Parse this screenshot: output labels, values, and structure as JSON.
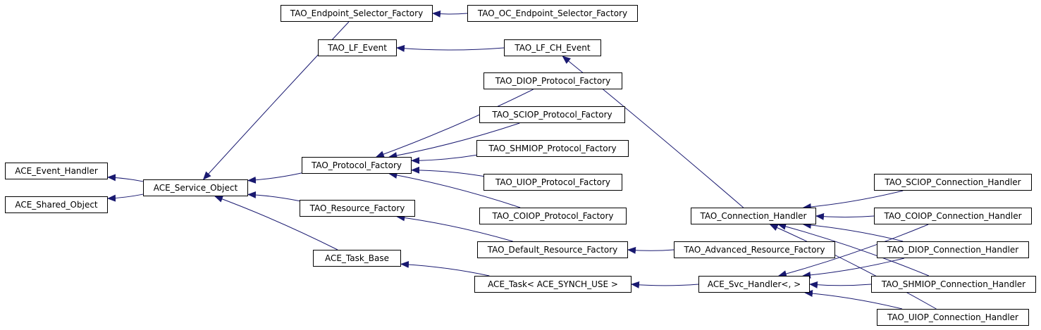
{
  "nodes": {
    "ace_event_handler": "ACE_Event_Handler",
    "ace_shared_object": "ACE_Shared_Object",
    "ace_service_object": "ACE_Service_Object",
    "tao_endpoint_selector_factory": "TAO_Endpoint_Selector_Factory",
    "tao_oc_endpoint_selector_factory": "TAO_OC_Endpoint_Selector_Factory",
    "tao_lf_event": "TAO_LF_Event",
    "tao_lf_ch_event": "TAO_LF_CH_Event",
    "tao_diop_protocol_factory": "TAO_DIOP_Protocol_Factory",
    "tao_sciop_protocol_factory": "TAO_SCIOP_Protocol_Factory",
    "tao_shmiop_protocol_factory": "TAO_SHMIOP_Protocol_Factory",
    "tao_protocol_factory": "TAO_Protocol_Factory",
    "tao_uiop_protocol_factory": "TAO_UIOP_Protocol_Factory",
    "tao_coiop_protocol_factory": "TAO_COIOP_Protocol_Factory",
    "tao_resource_factory": "TAO_Resource_Factory",
    "tao_default_resource_factory": "TAO_Default_Resource_Factory",
    "tao_advanced_resource_factory": "TAO_Advanced_Resource_Factory",
    "ace_task_base": "ACE_Task_Base",
    "ace_task": "ACE_Task< ACE_SYNCH_USE >",
    "ace_svc_handler": "ACE_Svc_Handler<, >",
    "tao_connection_handler": "TAO_Connection_Handler",
    "tao_sciop_connection_handler": "TAO_SCIOP_Connection_Handler",
    "tao_coiop_connection_handler": "TAO_COIOP_Connection_Handler",
    "tao_diop_connection_handler": "TAO_DIOP_Connection_Handler",
    "tao_shmiop_connection_handler": "TAO_SHMIOP_Connection_Handler",
    "tao_uiop_connection_handler": "TAO_UIOP_Connection_Handler"
  },
  "edges": [
    [
      "ace_service_object",
      "ace_event_handler"
    ],
    [
      "ace_service_object",
      "ace_shared_object"
    ],
    [
      "tao_endpoint_selector_factory",
      "ace_service_object"
    ],
    [
      "tao_oc_endpoint_selector_factory",
      "tao_endpoint_selector_factory"
    ],
    [
      "tao_lf_ch_event",
      "tao_lf_event"
    ],
    [
      "tao_protocol_factory",
      "ace_service_object"
    ],
    [
      "tao_resource_factory",
      "ace_service_object"
    ],
    [
      "ace_task_base",
      "ace_service_object"
    ],
    [
      "tao_diop_protocol_factory",
      "tao_protocol_factory"
    ],
    [
      "tao_sciop_protocol_factory",
      "tao_protocol_factory"
    ],
    [
      "tao_shmiop_protocol_factory",
      "tao_protocol_factory"
    ],
    [
      "tao_uiop_protocol_factory",
      "tao_protocol_factory"
    ],
    [
      "tao_coiop_protocol_factory",
      "tao_protocol_factory"
    ],
    [
      "tao_default_resource_factory",
      "tao_resource_factory"
    ],
    [
      "tao_advanced_resource_factory",
      "tao_default_resource_factory"
    ],
    [
      "ace_task",
      "ace_task_base"
    ],
    [
      "ace_svc_handler",
      "ace_task"
    ],
    [
      "tao_connection_handler",
      "tao_lf_ch_event"
    ],
    [
      "tao_sciop_connection_handler",
      "tao_connection_handler"
    ],
    [
      "tao_coiop_connection_handler",
      "tao_connection_handler"
    ],
    [
      "tao_diop_connection_handler",
      "tao_connection_handler"
    ],
    [
      "tao_shmiop_connection_handler",
      "tao_connection_handler"
    ],
    [
      "tao_uiop_connection_handler",
      "tao_connection_handler"
    ],
    [
      "tao_coiop_connection_handler",
      "ace_svc_handler"
    ],
    [
      "tao_diop_connection_handler",
      "ace_svc_handler"
    ],
    [
      "tao_shmiop_connection_handler",
      "ace_svc_handler"
    ],
    [
      "tao_uiop_connection_handler",
      "ace_svc_handler"
    ]
  ],
  "colors": {
    "edge": "#191970",
    "node_border": "#000000",
    "background": "#ffffff"
  }
}
